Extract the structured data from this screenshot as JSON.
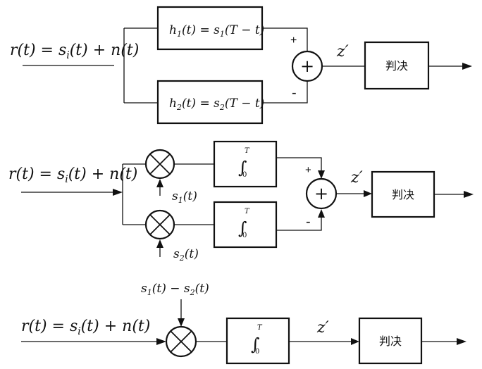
{
  "diagram1": {
    "input_label": "r(t) = s_i(t) + n(t)",
    "filter1_label": "h_1(t) = s_1(T − t)",
    "filter2_label": "h_2(t) = s_2(T − t)",
    "plus_sign": "+",
    "minus_sign": "-",
    "sum_symbol": "+",
    "output_label": "z′",
    "decision_label": "判决"
  },
  "diagram2": {
    "input_label": "r(t) = s_i(t) + n(t)",
    "ref1_label": "s_1(t)",
    "ref2_label": "s_2(t)",
    "integrator_upper": "T",
    "integrator_lower": "0",
    "plus_sign": "+",
    "minus_sign": "-",
    "sum_symbol": "+",
    "output_label": "z′",
    "decision_label": "判决"
  },
  "diagram3": {
    "ref_label": "s_1(t) − s_2(t)",
    "input_label": "r(t) = s_i(t) + n(t)",
    "integrator_upper": "T",
    "integrator_lower": "0",
    "output_label": "z′",
    "decision_label": "判决"
  }
}
